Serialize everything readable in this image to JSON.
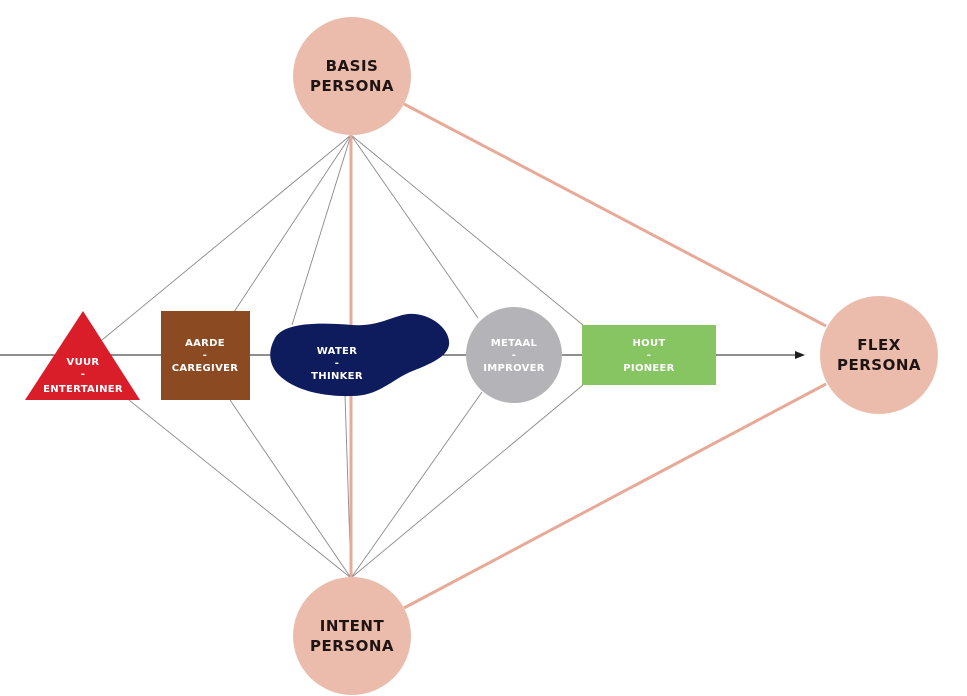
{
  "personas": {
    "basis": {
      "line1": "BASIS",
      "line2": "PERSONA"
    },
    "intent": {
      "line1": "INTENT",
      "line2": "PERSONA"
    },
    "flex": {
      "line1": "FLEX",
      "line2": "PERSONA"
    }
  },
  "elements": {
    "vuur": {
      "line1": "VUUR",
      "line2": "-",
      "line3": "ENTERTAINER"
    },
    "aarde": {
      "line1": "AARDE",
      "line2": "-",
      "line3": "CAREGIVER"
    },
    "water": {
      "line1": "WATER",
      "line2": "-",
      "line3": "THINKER"
    },
    "metaal": {
      "line1": "METAAL",
      "line2": "-",
      "line3": "IMPROVER"
    },
    "hout": {
      "line1": "HOUT",
      "line2": "-",
      "line3": "PIONEER"
    }
  },
  "colors": {
    "persona_fill": "#ebbcab",
    "persona_link": "#e8aa98",
    "thin_line": "#8a8a8a",
    "axis": "#1e1e1e",
    "vuur": "#d91e2a",
    "aarde": "#8b4a22",
    "water": "#0e1b5c",
    "metaal": "#b4b4b8",
    "hout": "#87c562"
  }
}
